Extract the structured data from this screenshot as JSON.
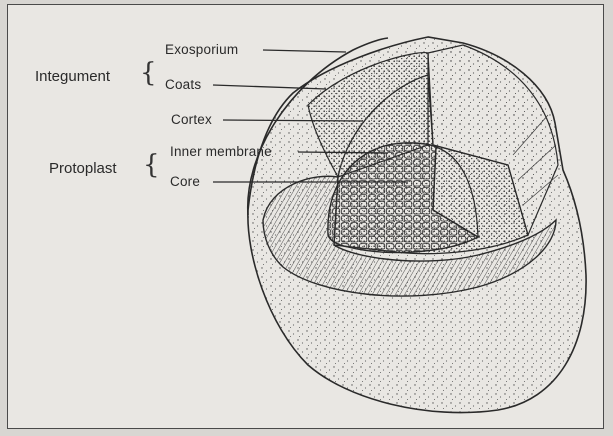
{
  "groups": {
    "integument": "Integument",
    "protoplast": "Protoplast"
  },
  "layers": {
    "exosporium": "Exosporium",
    "coats": "Coats",
    "cortex": "Cortex",
    "inner_membrane": "Inner membrane",
    "core": "Core"
  },
  "brace_glyph": "{",
  "colors": {
    "page": "#e9e7e3",
    "ink": "#2a2a2a"
  }
}
